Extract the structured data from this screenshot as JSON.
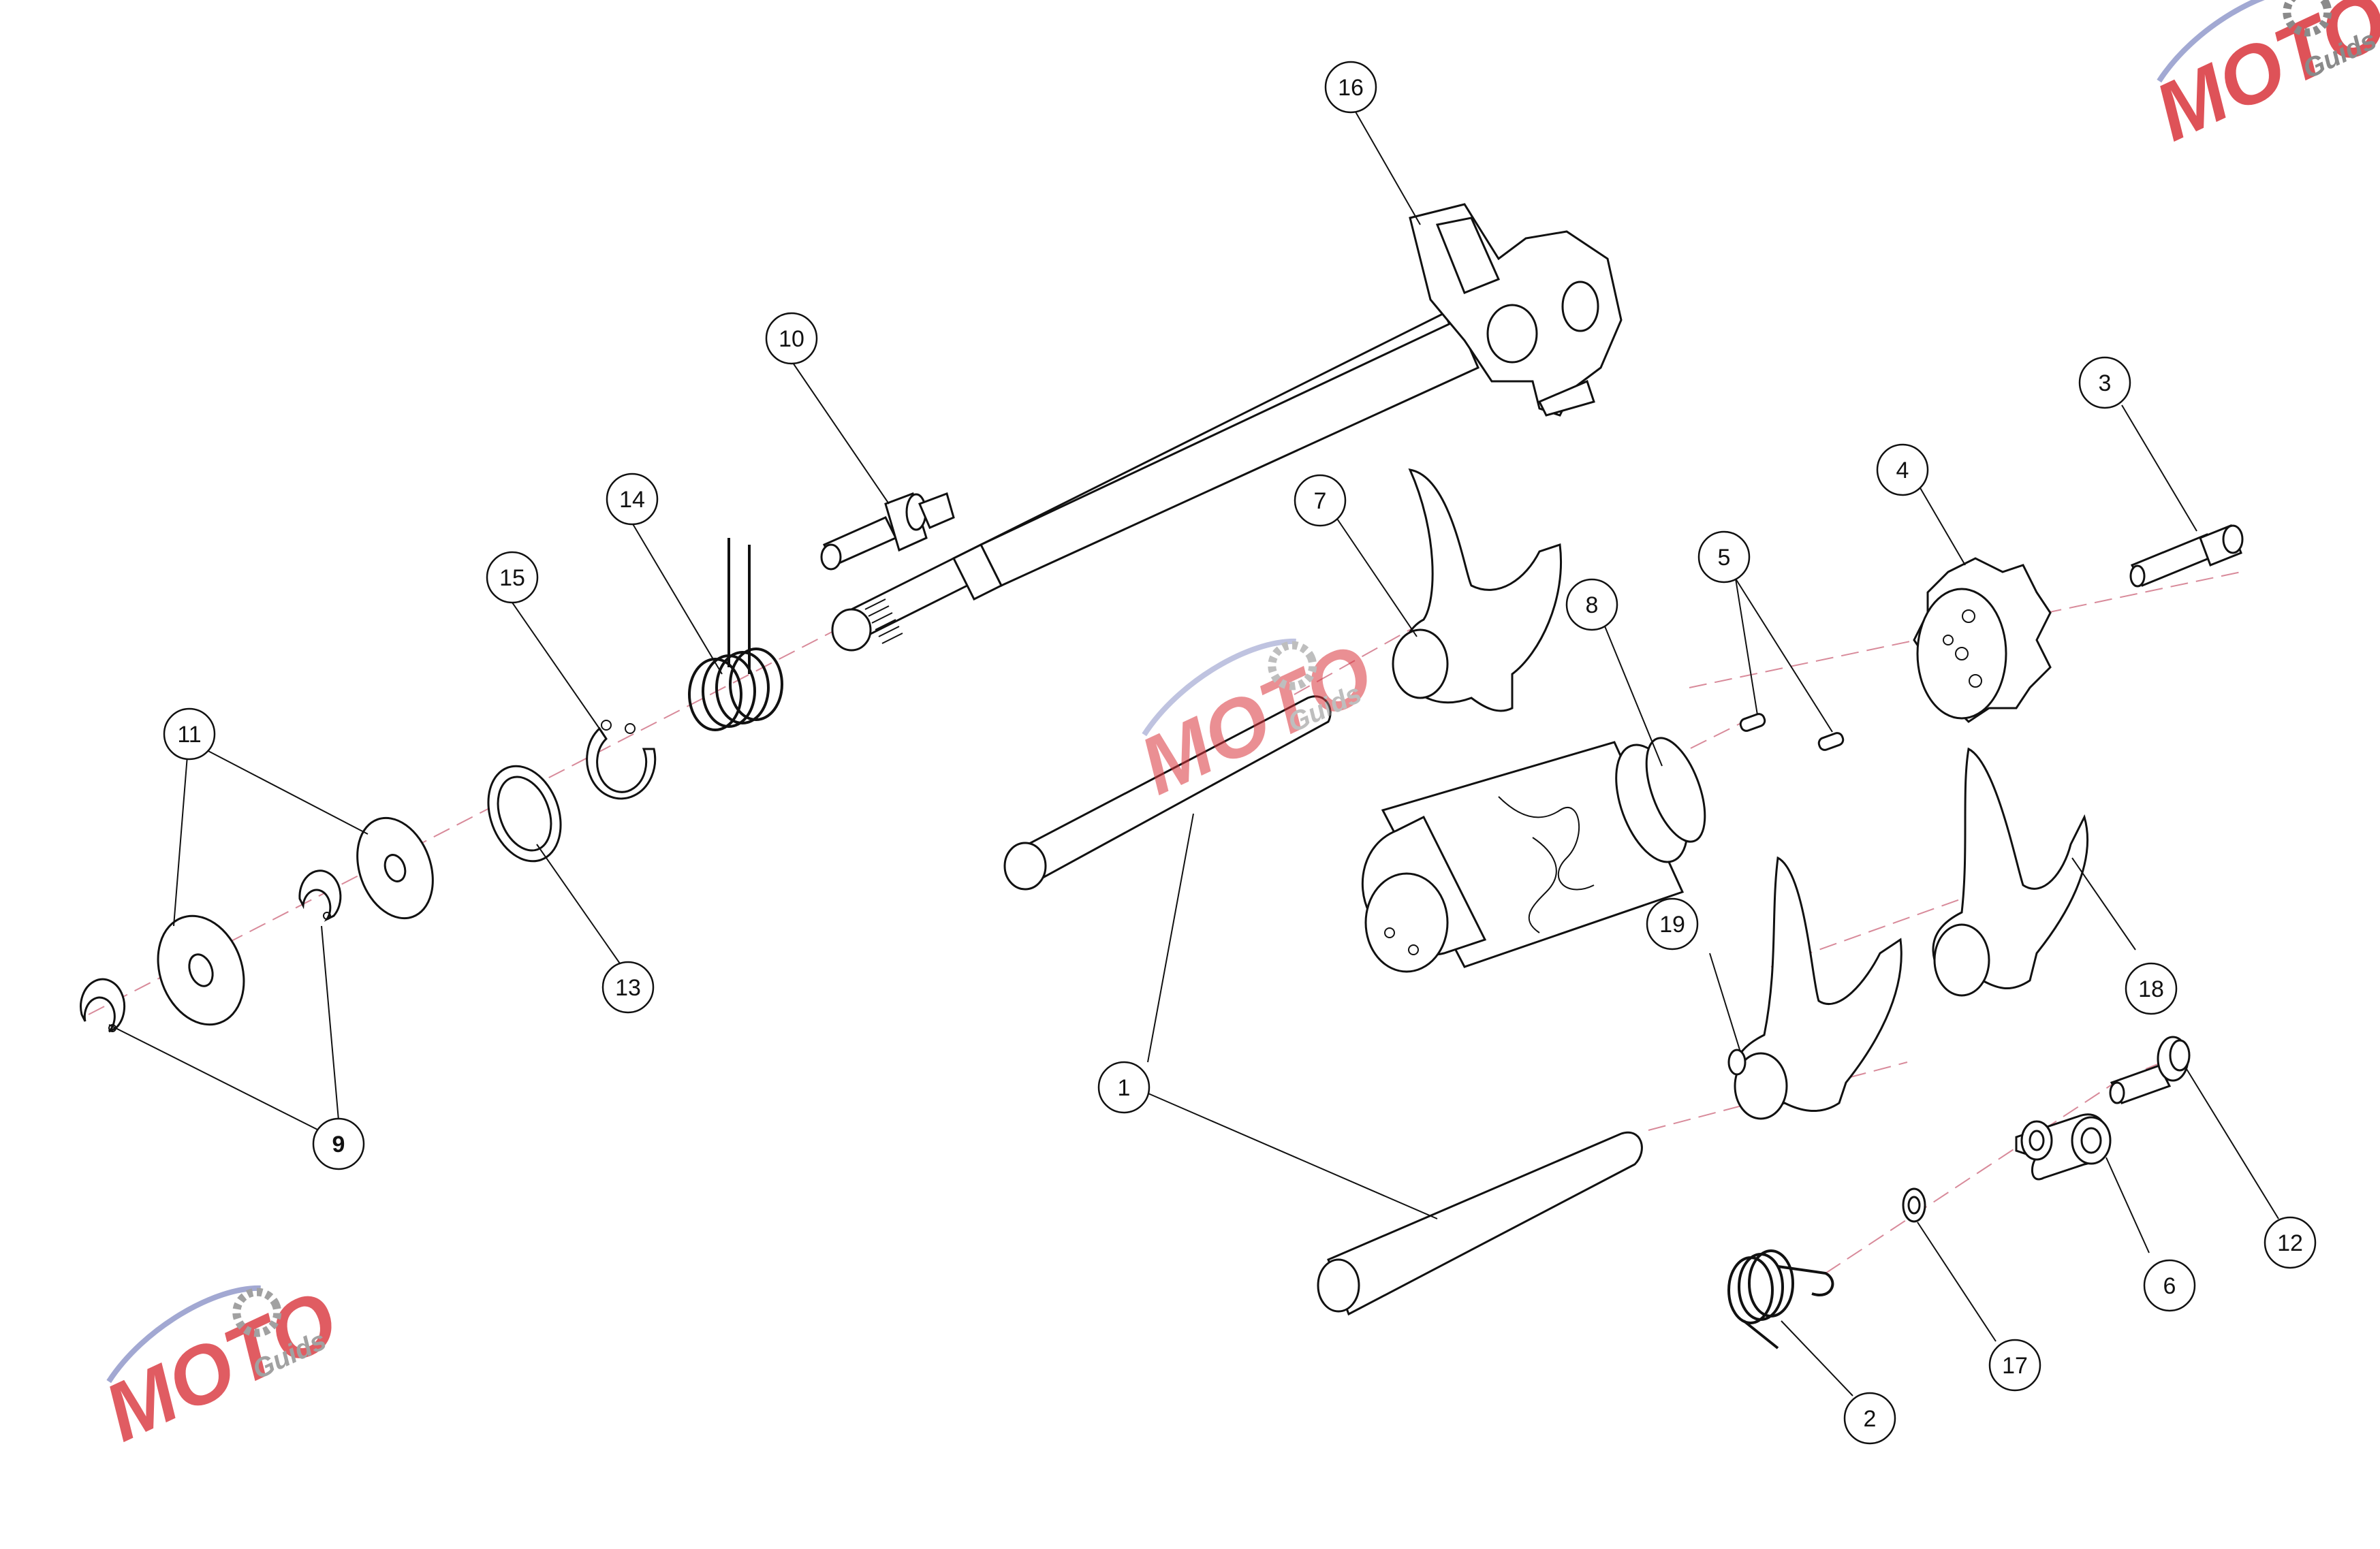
{
  "header": {
    "left_text": "",
    "center_text": ""
  },
  "watermark": {
    "brand": "MOTO",
    "sub": "Guids",
    "color_primary": "#d9343c",
    "color_secondary": "#8b93c8",
    "color_gear": "#8a8a8a"
  },
  "colors": {
    "axis_line": "#d88a9a",
    "ink": "#111111"
  },
  "callouts": [
    {
      "id": "callout-1a",
      "label": "1"
    },
    {
      "id": "callout-2",
      "label": "2"
    },
    {
      "id": "callout-3",
      "label": "3"
    },
    {
      "id": "callout-4",
      "label": "4"
    },
    {
      "id": "callout-5",
      "label": "5"
    },
    {
      "id": "callout-6",
      "label": "6"
    },
    {
      "id": "callout-7",
      "label": "7"
    },
    {
      "id": "callout-8",
      "label": "8"
    },
    {
      "id": "callout-9",
      "label": "9"
    },
    {
      "id": "callout-10",
      "label": "10"
    },
    {
      "id": "callout-11",
      "label": "11"
    },
    {
      "id": "callout-12",
      "label": "12"
    },
    {
      "id": "callout-13",
      "label": "13"
    },
    {
      "id": "callout-14",
      "label": "14"
    },
    {
      "id": "callout-15",
      "label": "15"
    },
    {
      "id": "callout-16",
      "label": "16"
    },
    {
      "id": "callout-17",
      "label": "17"
    },
    {
      "id": "callout-18",
      "label": "18"
    },
    {
      "id": "callout-19",
      "label": "19"
    }
  ]
}
